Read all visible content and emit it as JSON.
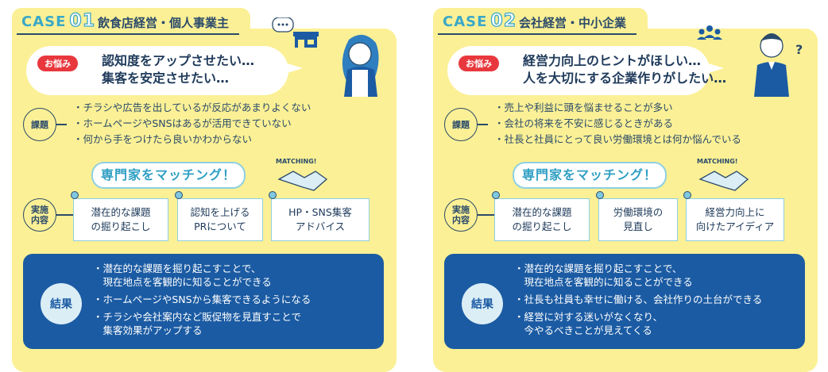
{
  "cases": [
    {
      "case_prefix": "CASE",
      "case_number": "01",
      "title": "飲食店経営・個人事業主",
      "badge": "お悩み",
      "worry_line1": "認知度をアップさせたい…",
      "worry_line2": "集客を安定させたい…",
      "issues_label": "課題",
      "issues": [
        "・チラシや広告を出しているが反応があまりよくない",
        "・ホームページやSNSはあるが活用できていない",
        "・何から手をつけたら良いかわからない"
      ],
      "matching_label": "専門家をマッチング！",
      "matching_stamp": "MATCHING!",
      "content_label_1": "実施",
      "content_label_2": "内容",
      "contents": [
        {
          "line1": "潜在的な課題",
          "line2": "の掘り起こし"
        },
        {
          "line1": "認知を上げる",
          "line2": "PRについて"
        },
        {
          "line1": "HP・SNS集客",
          "line2": "アドバイス"
        }
      ],
      "result_label": "結果",
      "results": [
        "・潜在的な課題を掘り起こすことで、\n　現在地点を客観的に知ることができる",
        "・ホームページやSNSから集客できるようになる",
        "・チラシや会社案内など販促物を見直すことで\n　集客効果がアップする"
      ]
    },
    {
      "case_prefix": "CASE",
      "case_number": "02",
      "title": "会社経営・中小企業",
      "badge": "お悩み",
      "worry_line1": "経営力向上のヒントがほしい…",
      "worry_line2": "人を大切にする企業作りがしたい…",
      "issues_label": "課題",
      "issues": [
        "・売上や利益に頭を悩ませることが多い",
        "・会社の将来を不安に感じるときがある",
        "・社長と社員にとって良い労働環境とは何か悩んでいる"
      ],
      "matching_label": "専門家をマッチング！",
      "matching_stamp": "MATCHING!",
      "content_label_1": "実施",
      "content_label_2": "内容",
      "contents": [
        {
          "line1": "潜在的な課題",
          "line2": "の掘り起こし"
        },
        {
          "line1": "労働環境の",
          "line2": "見直し"
        },
        {
          "line1": "経営力向上に",
          "line2": "向けたアイディア"
        }
      ],
      "result_label": "結果",
      "results": [
        "・潜在的な課題を掘り起こすことで、\n　現在地点を客観的に知ることができる",
        "・社長も社員も幸せに働ける、会社作りの土台ができる",
        "・経営に対する迷いがなくなり、\n　今やるべきことが見えてくる"
      ]
    }
  ],
  "colors": {
    "panel": "#fbf095",
    "accent": "#3aa8c8",
    "result_bg": "#1b5ba3",
    "badge": "#e8383d"
  }
}
